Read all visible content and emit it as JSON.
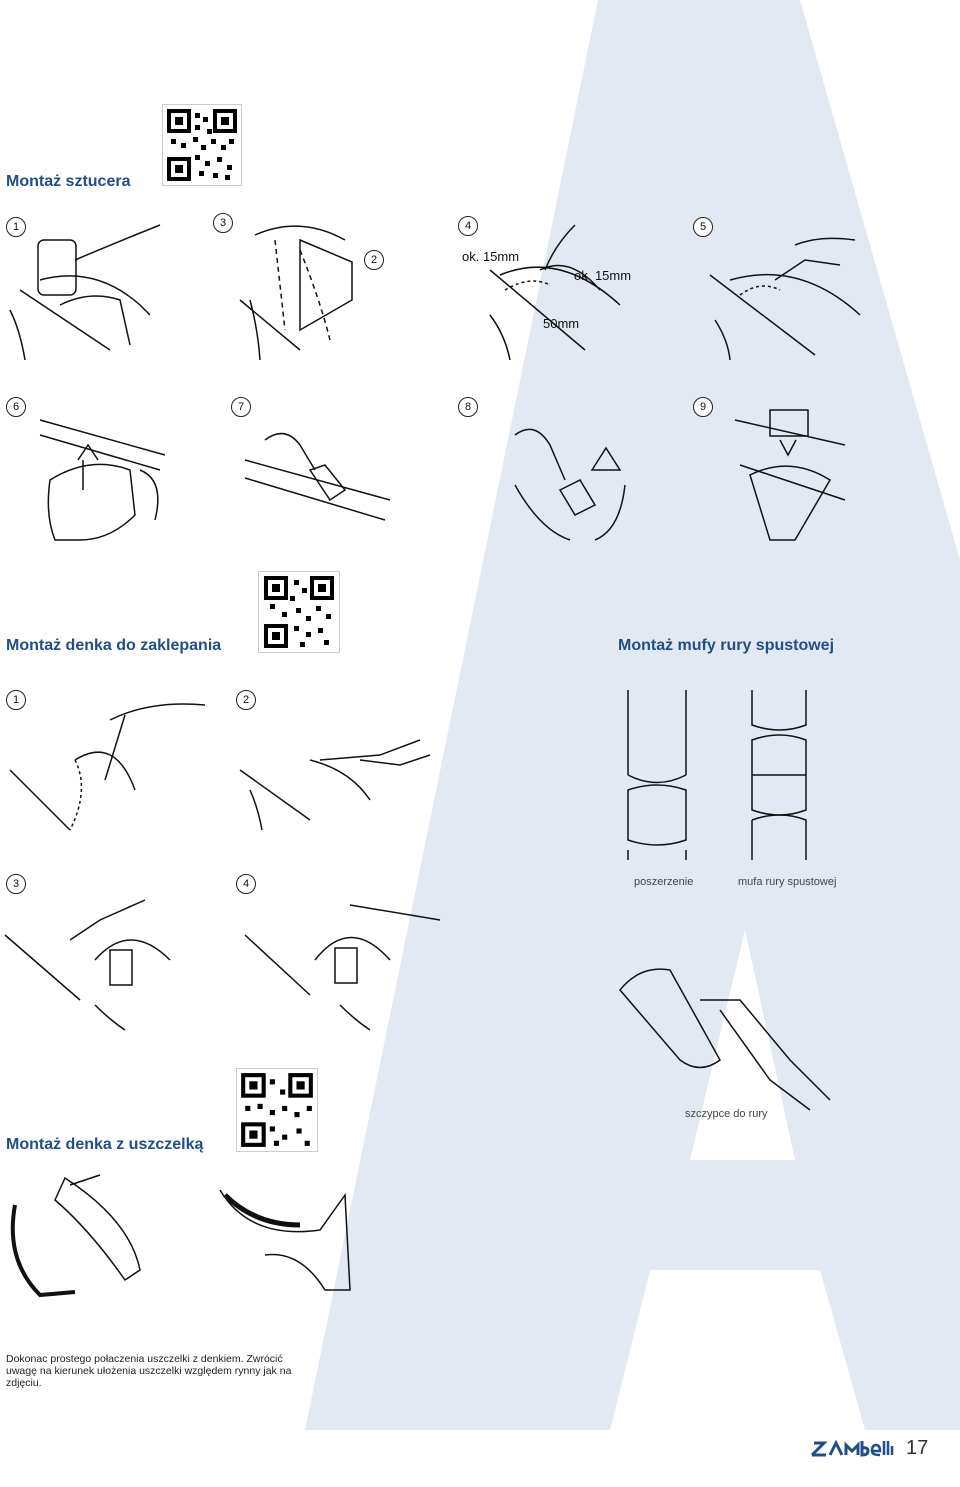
{
  "sections": {
    "sztucer_title": "Montaż sztucera",
    "denko_zaklepanie_title": "Montaż denka do zaklepania",
    "mufa_title": "Montaż mufy rury spustowej",
    "denko_uszczelka_title": "Montaż denka z uszczelką"
  },
  "sztucer_steps": [
    "1",
    "3",
    "2",
    "4",
    "5",
    "6",
    "7",
    "8",
    "9"
  ],
  "denko_steps": [
    "1",
    "2",
    "3",
    "4"
  ],
  "dimensions": {
    "ok1": "ok. 15mm",
    "ok2": "ok. 15mm",
    "d50": "50mm"
  },
  "mufa_captions": {
    "poszerzenie": "poszerzenie",
    "mufa": "mufa rury spustowej",
    "szczypce": "szczypce do rury"
  },
  "note": "Dokonac prostego połaczenia uszczelki z denkiem. Zwrócić uwagę na kierunek ułożenia uszczelki względem rynny jak na zdjęciu.",
  "footer": {
    "logo": "zambelli",
    "page_number": "17"
  },
  "colors": {
    "accent": "#1f4f8a",
    "background_letter": "#e3e9f2"
  }
}
